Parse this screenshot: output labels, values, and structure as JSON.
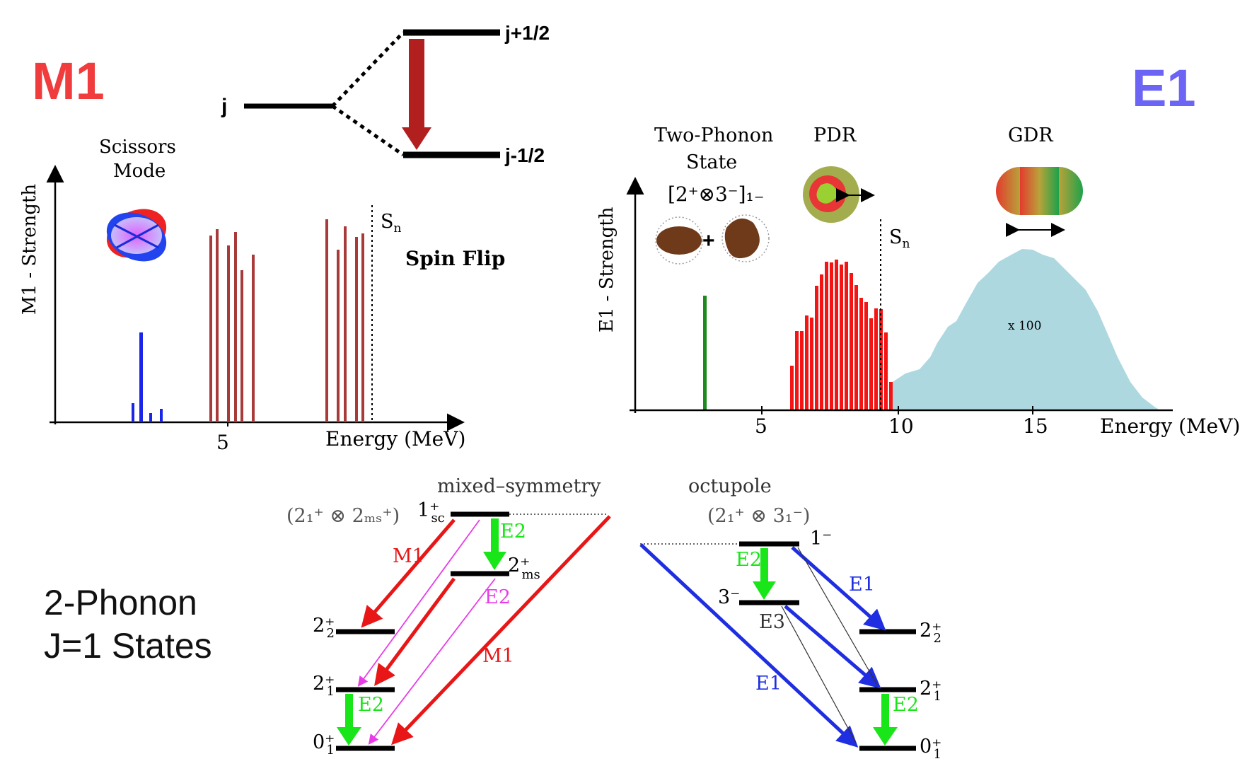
{
  "headings": {
    "m1": "M1",
    "e1": "E1",
    "two_phonon_line1": "2-Phonon",
    "two_phonon_line2": "J=1 States"
  },
  "spin_flip_diagram": {
    "level_j": "j",
    "level_upper": "j+1/2",
    "level_lower": "j-1/2"
  },
  "m1_spectrum": {
    "ylabel": "M1 - Strength",
    "xlabel": "Energy (MeV)",
    "tick_5": "5",
    "scissors_line1": "Scissors",
    "scissors_line2": "Mode",
    "sn_label": "S",
    "sn_sub": "n",
    "spin_flip_label": "Spin Flip"
  },
  "e1_spectrum": {
    "ylabel": "E1 - Strength",
    "xlabel": "Energy (MeV)",
    "ticks": [
      "5",
      "10",
      "15"
    ],
    "two_phonon_line1": "Two-Phonon",
    "two_phonon_line2": "State",
    "two_phonon_config": "[2⁺⊗3⁻]₁₋",
    "pdr_label": "PDR",
    "gdr_label": "GDR",
    "sn_label": "S",
    "sn_sub": "n",
    "gdr_scale": "x 100"
  },
  "level_scheme": {
    "mixed_symmetry_title": "mixed–symmetry",
    "octupole_title": "octupole",
    "ms_config": "(2₁⁺ ⊗ 2ₘₛ⁺)",
    "oct_config": "(2₁⁺ ⊗ 3₁⁻)",
    "level_1sc": "1⁺",
    "level_1sc_sub": "sc",
    "level_2ms": "2⁺",
    "level_2ms_sub": "ms",
    "level_22": "2⁺",
    "level_22_sub": "2",
    "level_21": "2⁺",
    "level_21_sub": "1",
    "level_01": "0⁺",
    "level_01_sub": "1",
    "level_1minus": "1⁻",
    "level_3minus": "3⁻",
    "level_22_r": "2⁺",
    "level_22_r_sub": "2",
    "level_21_r": "2⁺",
    "level_21_r_sub": "1",
    "level_01_r": "0⁺",
    "level_01_r_sub": "1",
    "trans_m1_a": "M1",
    "trans_m1_b": "M1",
    "trans_e2_a": "E2",
    "trans_e2_b": "E2",
    "trans_e2_c": "E2",
    "trans_e2_d": "E2",
    "trans_e2_e": "E2",
    "trans_e1_a": "E1",
    "trans_e1_b": "E1",
    "trans_e3": "E3"
  },
  "colors": {
    "m1_red": "#f03c3c",
    "e1_blue": "#6b64f5",
    "spin_flip_bar": "#a83a3a",
    "scissors_bar": "#1a25e8",
    "pdr_red": "#f51414",
    "gdr_fill": "#add8e0",
    "two_phonon_green": "#1e8a1e",
    "e2_green": "#19e619",
    "m1_arrow_red": "#e81616",
    "e2_magenta": "#e83ce8",
    "e1_arrow_blue": "#1e2ee0"
  }
}
